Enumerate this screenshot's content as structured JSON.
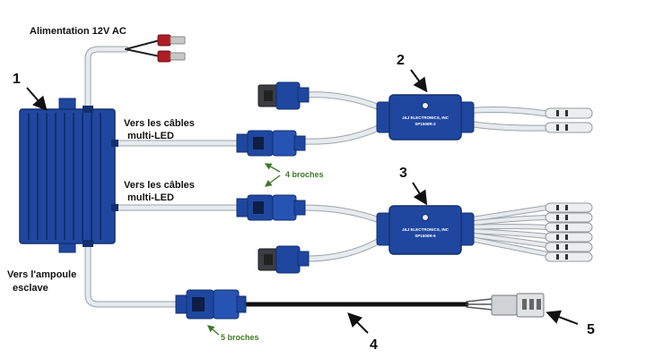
{
  "labels": {
    "power": "Alimentation 12V AC",
    "to_multi_led_1_line1": "Vers les câbles",
    "to_multi_led_1_line2": "multi-LED",
    "to_multi_led_2_line1": "Vers les câbles",
    "to_multi_led_2_line2": "multi-LED",
    "to_slave_line1": "Vers l'ampoule",
    "to_slave_line2": "esclave",
    "pins_4": "4 broches",
    "pins_5": "5 broches"
  },
  "callouts": {
    "c1": "1",
    "c2": "2",
    "c3": "3",
    "c4": "4",
    "c5": "5"
  },
  "modules": {
    "top_brand": "J&J ELECTRONICS, INC",
    "top_model": "SP1500R-2",
    "bottom_brand": "J&J ELECTRONICS, INC",
    "bottom_model": "SP1500R-6"
  },
  "colors": {
    "blue": "#1f47a0",
    "blue_dark": "#12306e",
    "wire": "#d9dee3",
    "wire_edge": "#9aa3ab",
    "terminal_red": "#b01d24",
    "pin_label_green": "#3c7a26"
  }
}
